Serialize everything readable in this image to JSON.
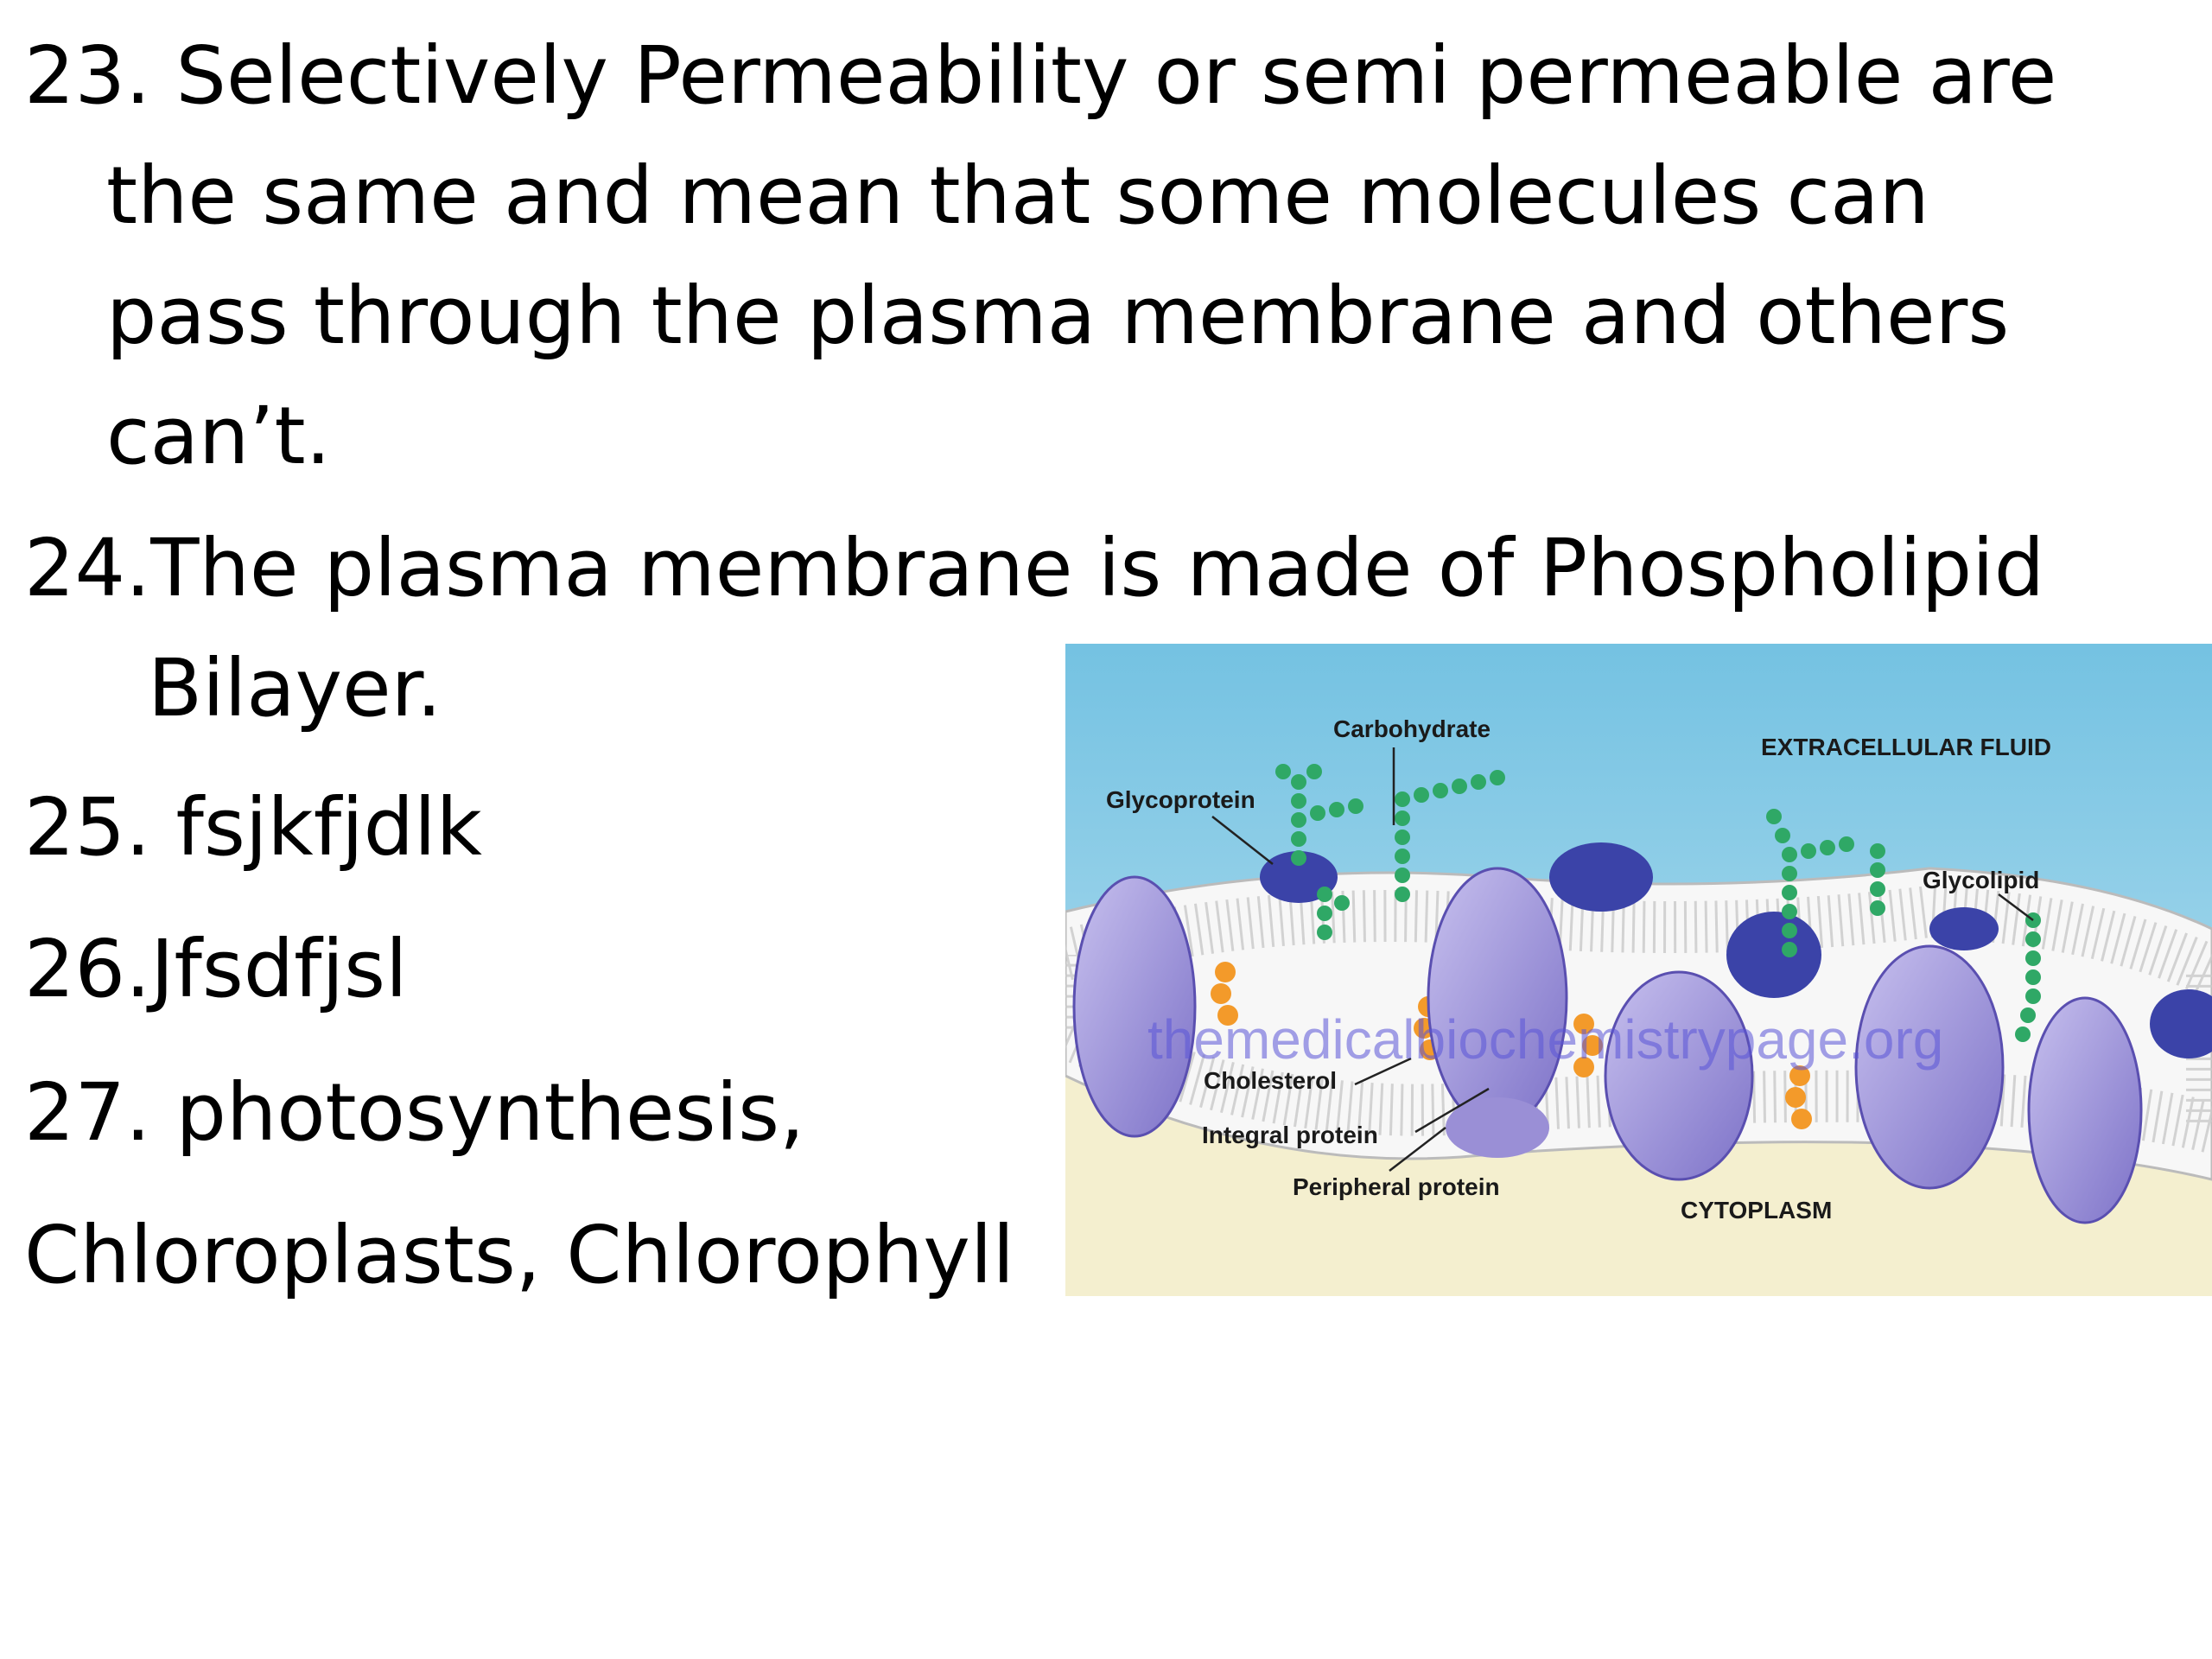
{
  "slide": {
    "items": [
      {
        "lines": [
          "23. Selectively Permeability or semi permeable are",
          "the same and mean that some molecules can",
          "pass through the plasma membrane and others",
          "can’t."
        ]
      },
      {
        "lines": [
          "24.The plasma membrane is  made of Phospholipid",
          "Bilayer."
        ]
      },
      {
        "lines": [
          "25. fsjkfjdlk"
        ]
      },
      {
        "lines": [
          "26.Jfsdfjsl"
        ]
      },
      {
        "lines": [
          "27. photosynthesis,"
        ]
      },
      {
        "lines": [
          "Chloroplasts, Chlorophyll"
        ]
      }
    ]
  },
  "diagram": {
    "labels": {
      "carbohydrate": "Carbohydrate",
      "extracellular_fluid": "EXTRACELLULAR FLUID",
      "glycoprotein": "Glycoprotein",
      "glycolipid": "Glycolipid",
      "cholesterol": "Cholesterol",
      "integral_protein": "Integral protein",
      "peripheral_protein": "Peripheral protein",
      "cytoplasm": "CYTOPLASM"
    },
    "watermark": "themedicalbiochemistrypage.org",
    "colors": {
      "extracellular": "#7fc6e4",
      "cytoplasm": "#f4efcf",
      "protein": "#9a8fd6",
      "protein_dark": "#3b43a8",
      "sugar": "#2fa866",
      "cholesterol": "#f39a2a",
      "lipid_head": "#e6e6e6"
    }
  }
}
